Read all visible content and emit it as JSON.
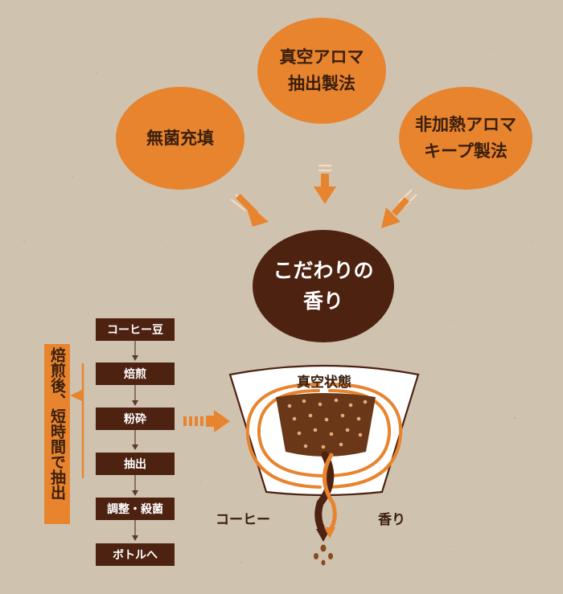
{
  "colors": {
    "background": "#cfc3b0",
    "orange": "#e8842e",
    "dark_brown": "#4d2210",
    "ink": "#3a1e0c"
  },
  "methods": [
    {
      "label": "無菌充填"
    },
    {
      "label": "真空アロマ\n抽出製法"
    },
    {
      "label": "非加熱アロマ\nキープ製法"
    }
  ],
  "result": {
    "label": "こだわりの\n香り"
  },
  "process": {
    "steps": [
      {
        "label": "コーヒー豆"
      },
      {
        "label": "焙煎"
      },
      {
        "label": "粉砕"
      },
      {
        "label": "抽出"
      },
      {
        "label": "調整・殺菌"
      },
      {
        "label": "ボトルへ"
      }
    ],
    "side_note": "焙煎後、短時間で抽出"
  },
  "chamber": {
    "title": "真空状態",
    "left_label": "コーヒー",
    "right_label": "香り"
  },
  "icons": {
    "method_arrows": "double-dash-arrow-icon",
    "step_arrows": "thin-down-arrow-icon",
    "transfer_arrow": "dashed-right-arrow-icon",
    "drips": "coffee-drip-icon"
  }
}
